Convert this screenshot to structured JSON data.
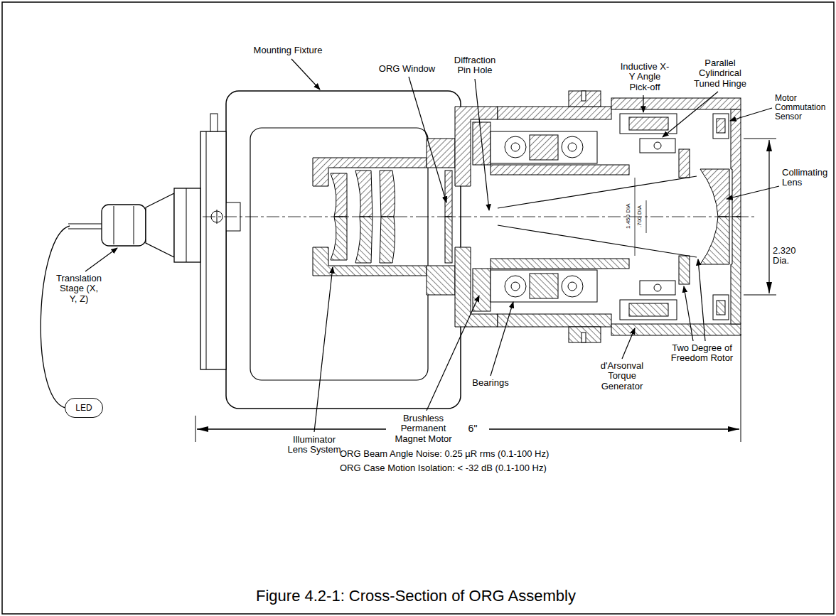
{
  "diagram": {
    "caption": "Figure 4.2-1: Cross-Section of ORG Assembly",
    "nodes": [
      {
        "text": [
          "LED"
        ]
      }
    ],
    "labels": [
      "Mounting Fixture",
      "ORG Window",
      "Diffraction Pin Hole",
      "Inductive X-Y Angle Pick-off",
      "Parallel Cylindrical Tuned Hinge",
      "Motor Commutation Sensor",
      "Collimating Lens",
      "Translation Stage (X, Y, Z)",
      "2.320 Dia.",
      "1.450 DIA",
      ".700 DIA",
      "Illuminator Lens System",
      "Brushless Permanent Magnet Motor",
      "Bearings",
      "d'Arsonval Torque Generator",
      "Two Degree of Freedom Rotor",
      "6\"",
      "ORG Beam Angle Noise: 0.25 µR rms (0.1-100 Hz)",
      "ORG Case Motion Isolation: < -32 dB (0.1-100 Hz)"
    ]
  }
}
